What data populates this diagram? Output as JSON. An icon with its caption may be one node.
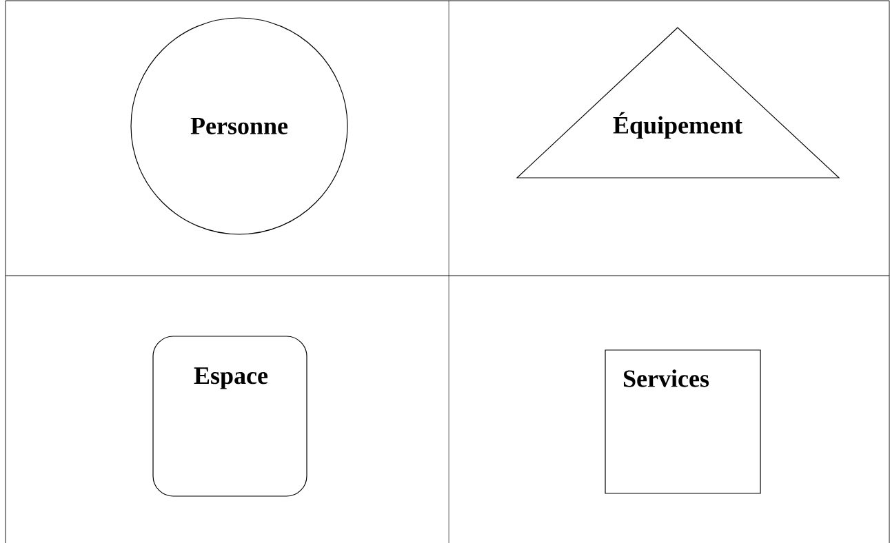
{
  "diagram": {
    "nodes": [
      {
        "text": [
          "Personne"
        ]
      },
      {
        "text": [
          "Équipement"
        ]
      },
      {
        "text": [
          "Espace"
        ]
      },
      {
        "text": [
          "Services"
        ]
      }
    ]
  }
}
